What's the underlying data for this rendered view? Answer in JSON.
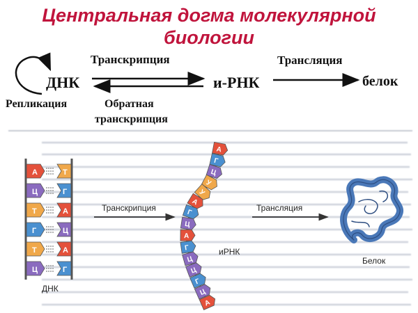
{
  "title": {
    "line1": "Центральная догма молекулярной",
    "line2": "биологии"
  },
  "scheme": {
    "dna": "ДНК",
    "rna": "и-РНК",
    "protein": "белок",
    "replication": "Репликация",
    "transcription": "Транскрипция",
    "reverse_line1": "Обратная",
    "reverse_line2": "транскрипция",
    "translation": "Трансляция"
  },
  "illustration": {
    "dna_label": "ДНК",
    "rna_label": "иРНК",
    "protein_label": "Белок",
    "transcription": "Транскрипция",
    "translation": "Трансляция",
    "dna_pairs": [
      {
        "left": "А",
        "right": "Т"
      },
      {
        "left": "Ц",
        "right": "Г"
      },
      {
        "left": "Т",
        "right": "А"
      },
      {
        "left": "Г",
        "right": "Ц"
      },
      {
        "left": "Т",
        "right": "А"
      },
      {
        "left": "Ц",
        "right": "Г"
      }
    ],
    "rna_bases": [
      "А",
      "Г",
      "Ц",
      "У",
      "У",
      "А",
      "Г",
      "Ц",
      "А",
      "Г",
      "Ц",
      "Ц",
      "Г",
      "Ц",
      "А"
    ]
  },
  "colors": {
    "title": "#c0143c",
    "A": "#e4513b",
    "T": "#f0a84a",
    "G": "#4a90d0",
    "C": "#8a6bbf",
    "U": "#f0a84a",
    "protein": "#4a78b8"
  }
}
